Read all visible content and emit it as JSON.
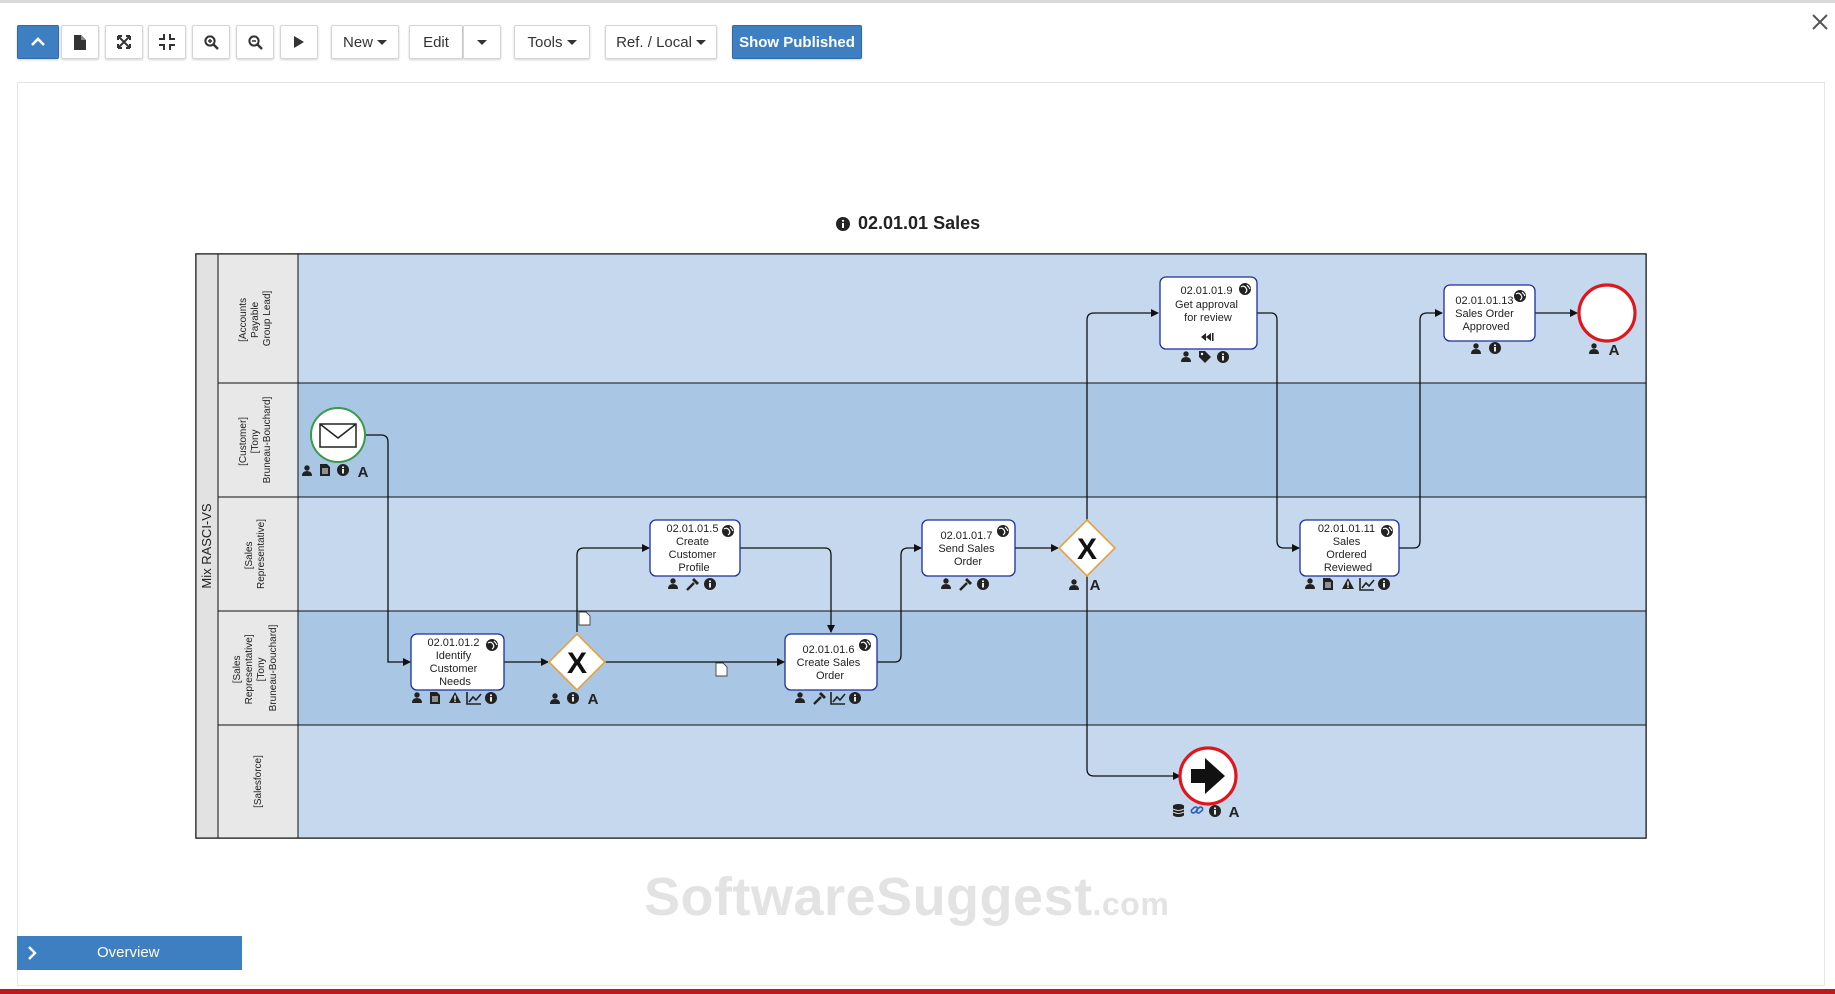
{
  "toolbar": {
    "new_label": "New",
    "edit_label": "Edit",
    "tools_label": "Tools",
    "ref_label": "Ref. / Local",
    "show_published_label": "Show Published"
  },
  "diagram": {
    "title": "02.01.01 Sales",
    "pool_label": "Mix RASCI-VS",
    "lanes": [
      {
        "label": [
          "[Accounts",
          "Payable",
          "Group Lead]"
        ]
      },
      {
        "label": [
          "[Customer]",
          "[Tony",
          "Bruneau-Bouchard]"
        ]
      },
      {
        "label": [
          "[Sales",
          "Representative]"
        ]
      },
      {
        "label": [
          "[Sales",
          "Representative]",
          "[Tony",
          "Bruneau-Bouchard]"
        ]
      },
      {
        "label": [
          "[Salesforce]"
        ]
      }
    ],
    "tasks": {
      "t2": {
        "id": "02.01.01.2",
        "lines": [
          "Identify",
          "Customer",
          "Needs"
        ]
      },
      "t5": {
        "id": "02.01.01.5",
        "lines": [
          "Create",
          "Customer",
          "Profile"
        ]
      },
      "t6": {
        "id": "02.01.01.6",
        "lines": [
          "Create Sales",
          "Order"
        ]
      },
      "t7": {
        "id": "02.01.01.7",
        "lines": [
          "Send Sales",
          "Order"
        ]
      },
      "t9": {
        "id": "02.01.01.9",
        "lines": [
          "Get approval",
          "for review"
        ]
      },
      "t11": {
        "id": "02.01.01.11",
        "lines": [
          "Sales",
          "Ordered",
          "Reviewed"
        ]
      },
      "t13": {
        "id": "02.01.01.13",
        "lines": [
          "Sales Order",
          "Approved"
        ]
      }
    },
    "gateway_symbol": "X",
    "annotation_letter": "A"
  },
  "watermark": {
    "main": "SoftwareSuggest",
    "suffix": ".com"
  },
  "overview": {
    "label": "Overview"
  }
}
